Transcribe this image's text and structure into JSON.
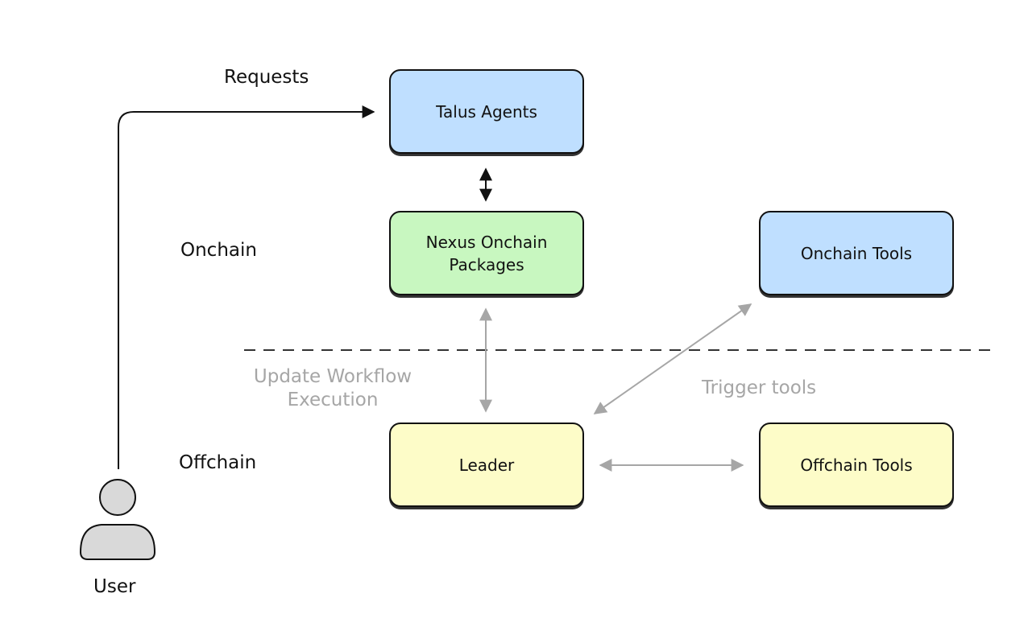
{
  "nodes": {
    "talus_agents": "Talus Agents",
    "nexus_onchain_packages": "Nexus Onchain Packages",
    "onchain_tools": "Onchain Tools",
    "leader": "Leader",
    "offchain_tools": "Offchain Tools"
  },
  "labels": {
    "requests": "Requests",
    "onchain": "Onchain",
    "offchain": "Offchain",
    "update_workflow_execution": "Update Workflow Execution",
    "trigger_tools": "Trigger tools",
    "user": "User"
  },
  "icons": {
    "user": "user-icon"
  },
  "colors": {
    "blue_fill": "#bfdfff",
    "green_fill": "#c8f7c0",
    "yellow_fill": "#fdfcc8",
    "gray_connector": "#a6a6a6",
    "dark_connector": "#111111"
  }
}
